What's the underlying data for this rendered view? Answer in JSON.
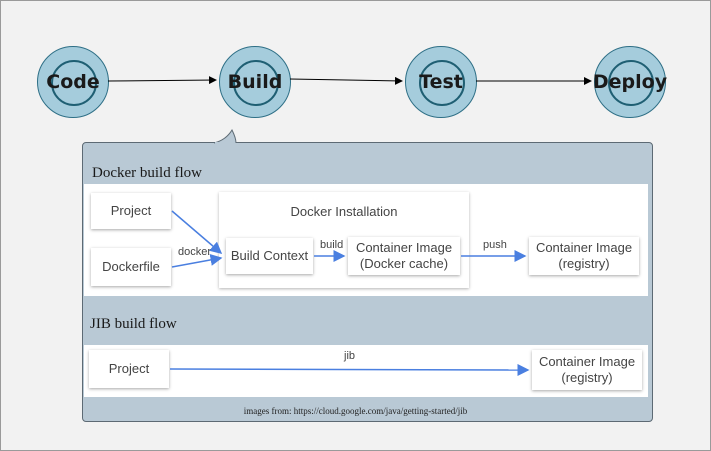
{
  "pipeline": {
    "stages": [
      "Code",
      "Build",
      "Test",
      "Deploy"
    ]
  },
  "docker_flow": {
    "title": "Docker build flow",
    "project": "Project",
    "dockerfile": "Dockerfile",
    "docker_label": "docker",
    "installation_title": "Docker Installation",
    "build_context": "Build Context",
    "build_label": "build",
    "container_image_cache_line1": "Container Image",
    "container_image_cache_line2": "(Docker cache)",
    "push_label": "push",
    "container_image_registry_line1": "Container Image",
    "container_image_registry_line2": "(registry)"
  },
  "jib_flow": {
    "title": "JIB build flow",
    "project": "Project",
    "jib_label": "jib",
    "container_image_line1": "Container Image",
    "container_image_line2": "(registry)"
  },
  "credit": "images from: https://cloud.google.com/java/getting-started/jib",
  "colors": {
    "stage_fill": "#a5ccdc",
    "stage_border": "#1f5f73",
    "panel_fill": "#b9c9d5",
    "arrow_blue": "#4a7fe0"
  }
}
